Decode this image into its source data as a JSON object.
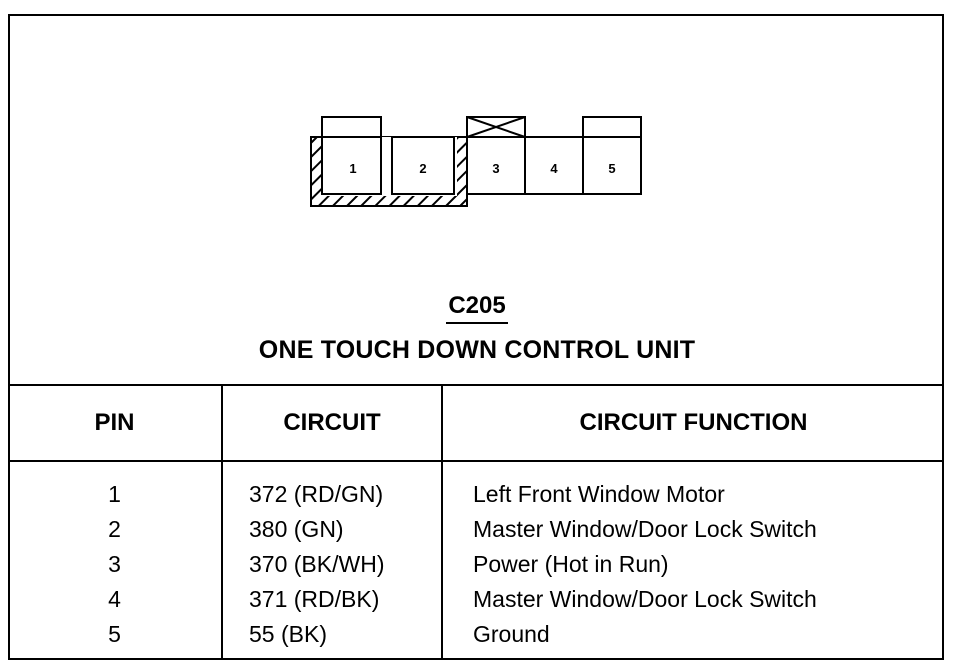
{
  "connector": {
    "id": "C205",
    "name": "ONE TOUCH DOWN CONTROL UNIT",
    "pin_labels": [
      "1",
      "2",
      "3",
      "4",
      "5"
    ]
  },
  "table": {
    "headers": {
      "pin": "PIN",
      "circuit": "CIRCUIT",
      "function": "CIRCUIT FUNCTION"
    },
    "rows": [
      {
        "pin": "1",
        "circuit": "372 (RD/GN)",
        "function": "Left Front Window Motor"
      },
      {
        "pin": "2",
        "circuit": "380 (GN)",
        "function": "Master Window/Door Lock Switch"
      },
      {
        "pin": "3",
        "circuit": "370 (BK/WH)",
        "function": "Power (Hot in Run)"
      },
      {
        "pin": "4",
        "circuit": "371 (RD/BK)",
        "function": "Master Window/Door Lock Switch"
      },
      {
        "pin": "5",
        "circuit": "55 (BK)",
        "function": "Ground"
      }
    ]
  }
}
